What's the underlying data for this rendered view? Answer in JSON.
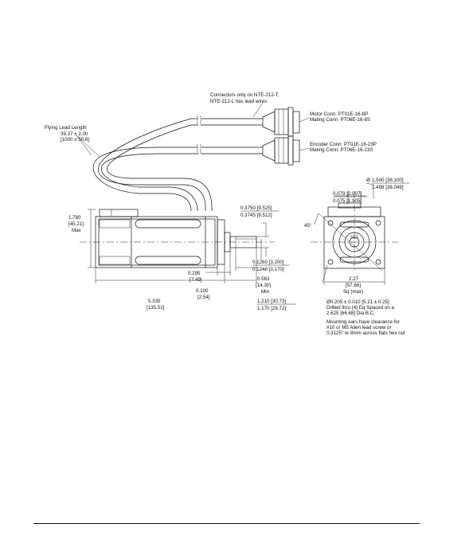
{
  "notes": {
    "connectors_line1": "Connectors only on NTE-212-T;",
    "connectors_line2": "NTE-212-L has lead wires",
    "motor_conn": "Motor Conn: PT01E-16-8P",
    "motor_mating": "Mating Conn: PT06E-16-8S",
    "encoder_conn": "Encoder Conn: PT01E-16-23P",
    "encoder_mating": "Mating Conn: PT06E-16-23S",
    "flying_lead_title": "Flying Lead Length",
    "flying_lead_value": "39.37 ± 2.00",
    "flying_lead_metric": "[1000 ± 50.8]"
  },
  "dimensions": {
    "height_in": "1.780",
    "height_mm": "[45.21]",
    "height_note": "Max",
    "shaft_dia_max": "0.3750 [9.525]",
    "shaft_dia_min": "0.3745 [9.512]",
    "key_max": "0.1260 [3.200]",
    "key_min": "0.1248 [3.170]",
    "flange_in": "0.295",
    "flange_mm": "[7.49]",
    "pilot_in": "0.100",
    "pilot_mm": "[2.54]",
    "flat_in": "0.563",
    "flat_mm": "[14.30]",
    "flat_note": "Min",
    "length_in": "5.335",
    "length_mm": "[135.51]",
    "shaft_len_max": "1.210 [30.73]",
    "shaft_len_min": "1.170 [29.72]",
    "pilot_dia_symbol": "Ø",
    "pilot_dia_max": "1.500 [38.100]",
    "pilot_dia_min": "1.498 [38.049]",
    "pilot_depth_max": "0.079 [2.007]",
    "pilot_depth_min": "0.075 [1.905]",
    "angle": "45°",
    "square_in": "2.27",
    "square_mm": "[57.66]",
    "square_note": "Sq (max)"
  },
  "holes_note": {
    "line1": "Ø0.205 ± 0.010 [5.21 ± 0.25]",
    "line2": "Drilled thru (4) Eq Spaced on a",
    "line3": "2.625 [66.68] Dia B.C."
  },
  "mounting_note": {
    "line1": "Mounting ears have clearance for",
    "line2": "#10 or M5 Allen lead screw or",
    "line3": "0.3125\" or 8mm across flats hex nut"
  }
}
